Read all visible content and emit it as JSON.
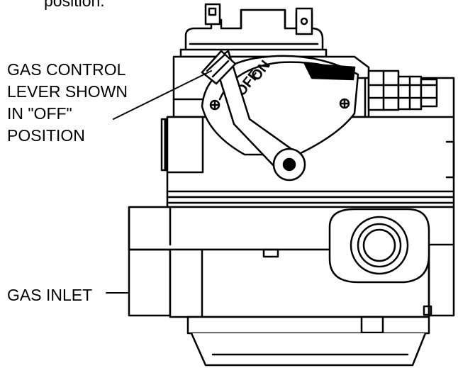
{
  "top_note": "position.",
  "callouts": {
    "lever": {
      "lines": [
        "GAS  CONTROL",
        "LEVER SHOWN",
        "IN \"OFF\"",
        "POSITION"
      ]
    },
    "inlet": "GAS INLET"
  },
  "dial": {
    "on_label": "ON",
    "off_label": "OFF"
  }
}
